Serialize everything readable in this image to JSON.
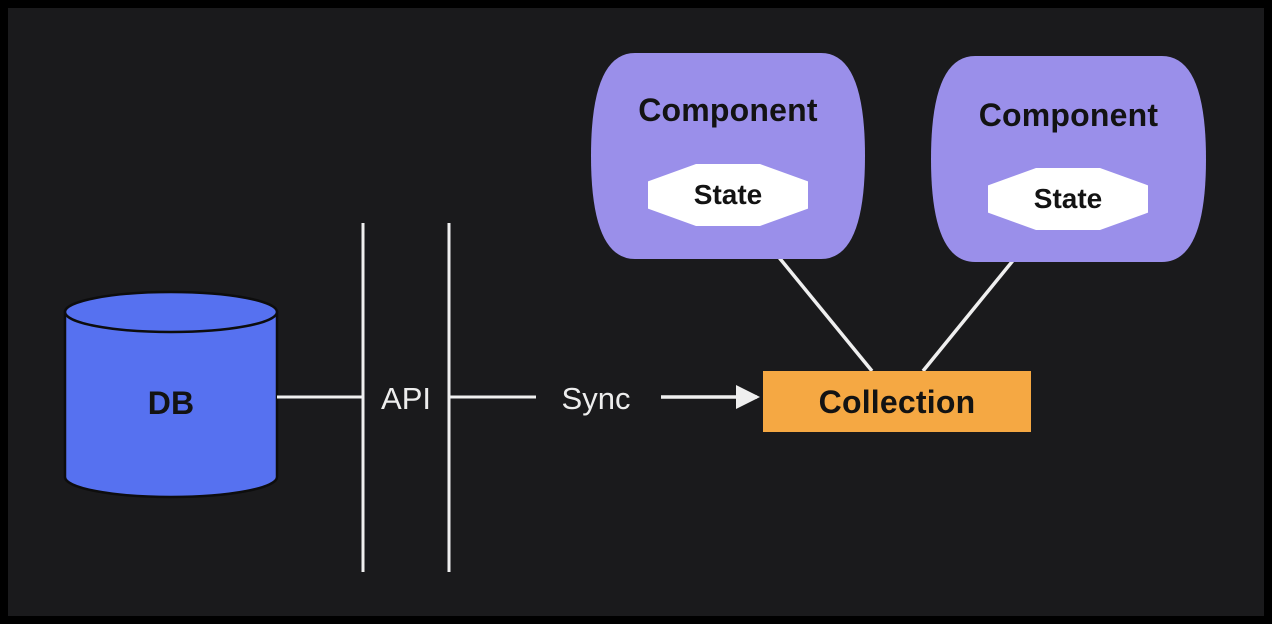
{
  "colors": {
    "frame": "#000000",
    "canvas_bg": "#1a1a1c",
    "component_fill": "#9a8fea",
    "db_fill": "#5671f0",
    "collection_fill": "#f5a843",
    "state_fill": "#ffffff",
    "connector": "#efefef",
    "outline": "#0d0d0d",
    "text_dark": "#131313",
    "text_light": "#ededed"
  },
  "nodes": {
    "db": {
      "label": "DB"
    },
    "api": {
      "label": "API"
    },
    "collection": {
      "label": "Collection"
    },
    "components": [
      {
        "label": "Component",
        "state": {
          "label": "State"
        }
      },
      {
        "label": "Component",
        "state": {
          "label": "State"
        }
      }
    ]
  },
  "edges": {
    "sync_label": "Sync"
  }
}
